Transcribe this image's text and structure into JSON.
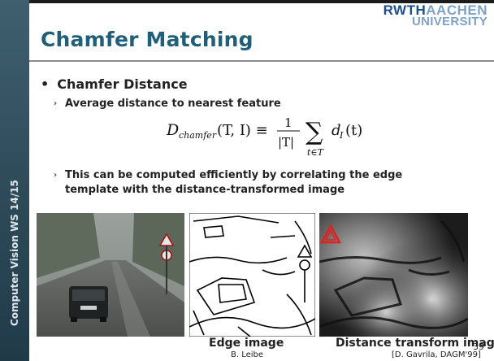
{
  "sidebar": {
    "course_label": "Computer Vision WS 14/15"
  },
  "logo": {
    "line1_bold": "RWTH",
    "line1_light": "AACHEN",
    "line2": "UNIVERSITY"
  },
  "slide": {
    "title": "Chamfer Matching",
    "bullet": "Chamfer Distance",
    "sub1": "Average distance to nearest feature",
    "sub2_line1": "This can be computed efficiently by correlating the edge",
    "sub2_line2": "template with the distance-transformed image"
  },
  "formula": {
    "lhs": "D",
    "lhs_sub": "chamfer",
    "args": "(T, I) ≡",
    "frac_num": "1",
    "frac_den": "|T|",
    "sum_sub": "t∈T",
    "term": "d",
    "term_sub": "I",
    "term_arg": "(t)"
  },
  "images": {
    "captions": {
      "edge": "Edge image",
      "dt": "Distance transform image"
    }
  },
  "footer": {
    "author": "B. Leibe",
    "citation": "[D. Gavrila, DAGM'99]",
    "page": "39"
  }
}
